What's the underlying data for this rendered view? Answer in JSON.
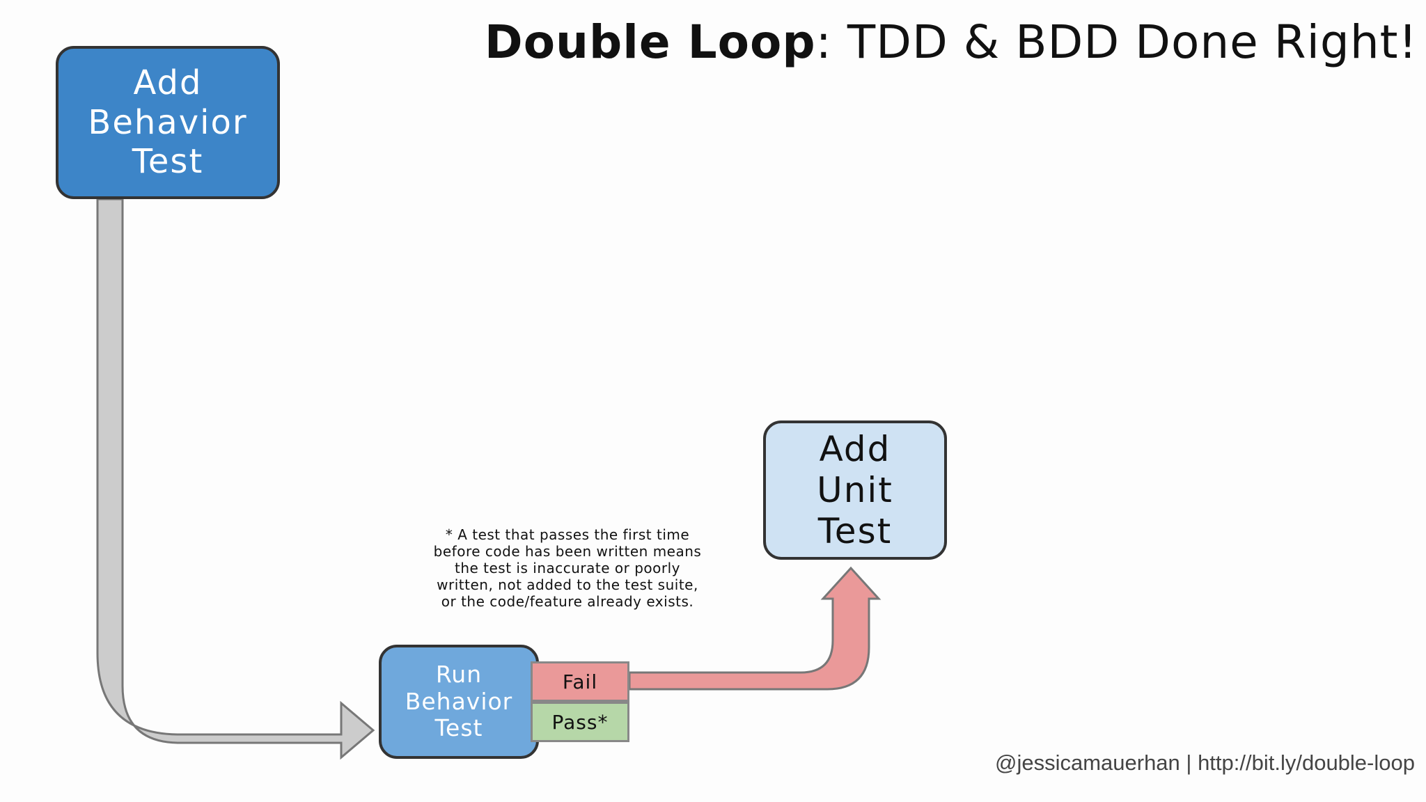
{
  "title": {
    "bold": "Double Loop",
    "rest": ": TDD & BDD Done Right!"
  },
  "nodes": {
    "add_behavior_test": [
      "Add",
      "Behavior",
      "Test"
    ],
    "run_behavior_test": [
      "Run",
      "Behavior",
      "Test"
    ],
    "add_unit_test": [
      "Add",
      "Unit",
      "Test"
    ]
  },
  "results": {
    "fail": "Fail",
    "pass": "Pass*"
  },
  "note_lines": [
    "* A test that passes the first time",
    "before code has been written means",
    "the test is inaccurate or poorly",
    "written, not added to the test suite,",
    "or the code/feature already exists."
  ],
  "footer": "@jessicamauerhan | http://bit.ly/double-loop",
  "colors": {
    "behavior_box": "#3d85c8",
    "run_box": "#6fa8dc",
    "unit_box": "#cfe2f3",
    "fail": "#ea9999",
    "pass": "#b6d7a8",
    "grey_arrow": "#cccccc",
    "red_arrow": "#ea9999"
  }
}
